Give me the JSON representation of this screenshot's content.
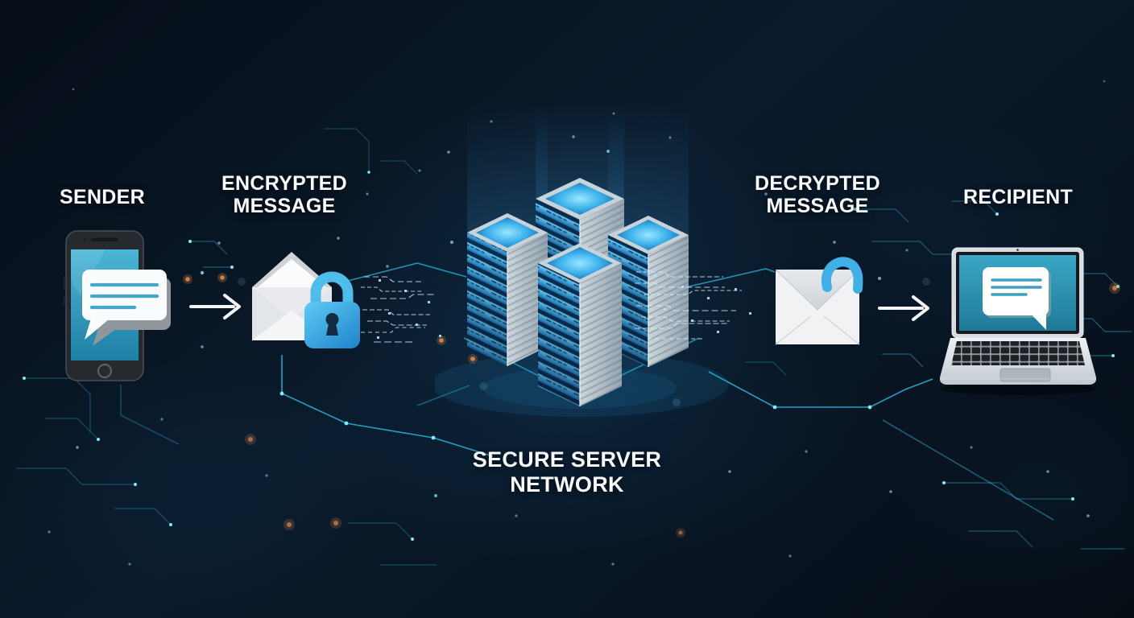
{
  "diagram": {
    "nodes": [
      {
        "id": "sender",
        "label": "SENDER",
        "icon": "smartphone-chat-icon"
      },
      {
        "id": "encrypted-message",
        "label": "ENCRYPTED MESSAGE",
        "icon": "envelope-padlock-icon"
      },
      {
        "id": "secure-server-network",
        "label": "SECURE SERVER NETWORK",
        "icon": "server-rack-cluster-icon"
      },
      {
        "id": "decrypted-message",
        "label": "DECRYPTED MESSAGE",
        "icon": "envelope-open-padlock-icon"
      },
      {
        "id": "recipient",
        "label": "RECIPIENT",
        "icon": "laptop-chat-icon"
      }
    ],
    "arrows": [
      {
        "from": "sender",
        "to": "encrypted-message"
      },
      {
        "from": "decrypted-message",
        "to": "recipient"
      }
    ]
  },
  "colors": {
    "background_dark": "#081120",
    "circuit_cyan": "#29c4e6",
    "glow_orange": "#e08a4c",
    "device_screen_teal": "#2f9dc0",
    "bubble_line_teal": "#45a8c8",
    "lock_blue": "#41b3ea",
    "server_panel_blue": "#2f9be4",
    "server_body_gray": "#b2bfc9",
    "envelope_white": "#f2f3f5",
    "arrow_white": "#f2f4f6",
    "label_text": "#ffffff"
  }
}
